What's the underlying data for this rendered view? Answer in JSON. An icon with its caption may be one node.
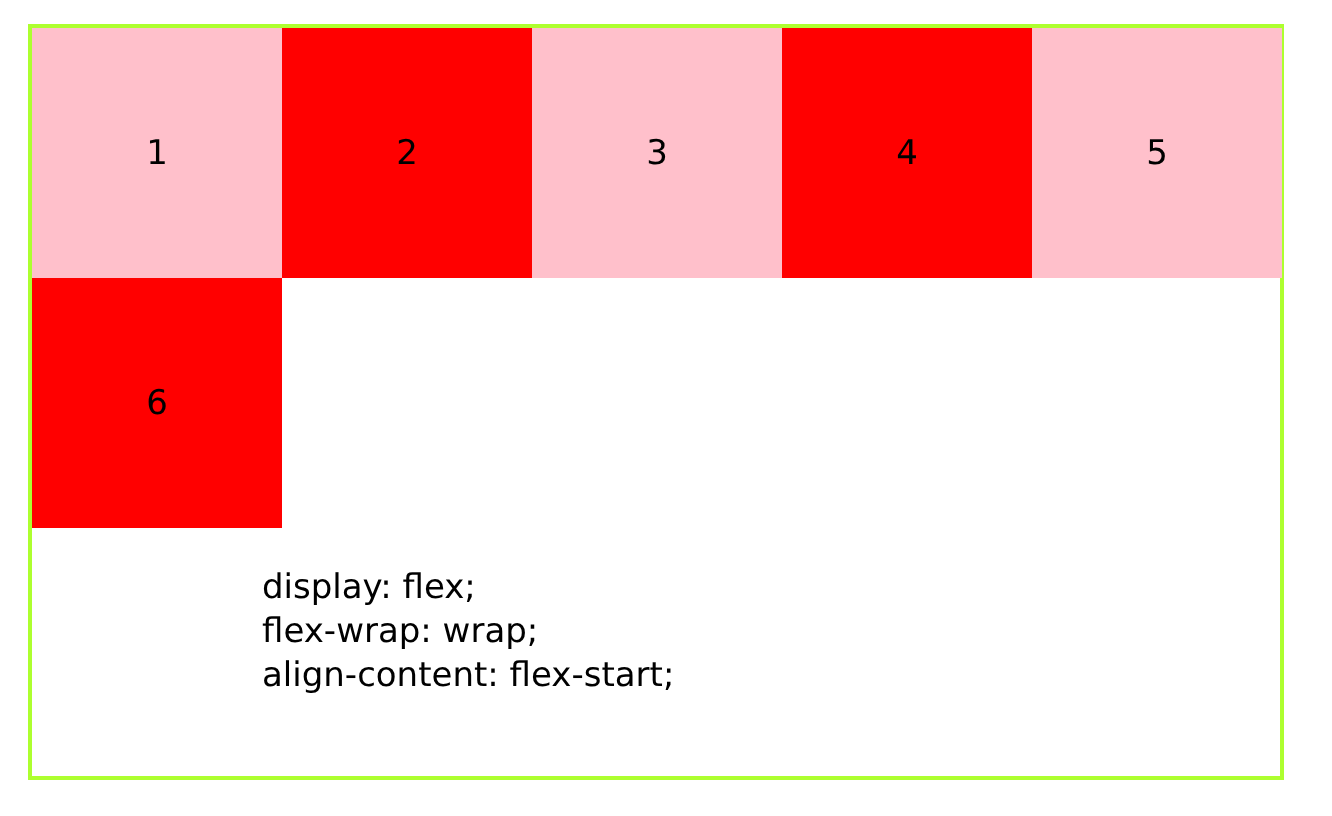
{
  "diagram": {
    "nodes": [
      {
        "text": [
          "display: flex;",
          "flex-wrap: wrap;",
          "align-content: flex-start;"
        ]
      },
      {
        "text": [
          "1"
        ],
        "in": 0
      },
      {
        "text": [
          "2"
        ],
        "in": 0
      },
      {
        "text": [
          "3"
        ],
        "in": 0
      },
      {
        "text": [
          "4"
        ],
        "in": 0
      },
      {
        "text": [
          "5"
        ],
        "in": 0
      },
      {
        "text": [
          "6"
        ],
        "in": 0
      }
    ]
  }
}
